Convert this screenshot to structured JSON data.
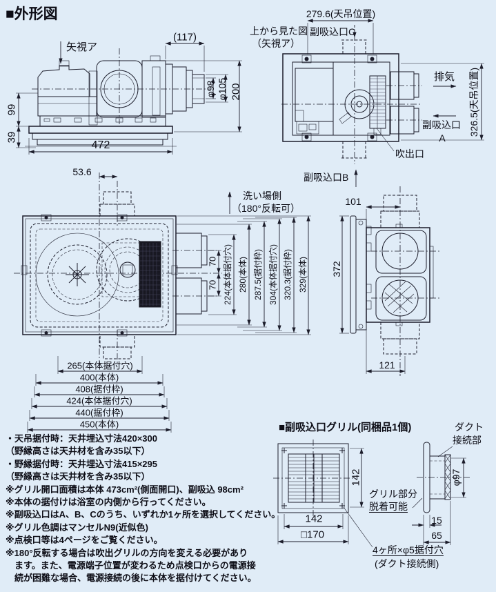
{
  "title": "■外形図",
  "side_view": {
    "arrow_view": "矢視ア",
    "dim_117": "(117)",
    "dim_phi98": "φ98",
    "dim_phi105": "φ105",
    "dim_200": "200",
    "dim_99": "99",
    "dim_39": "39",
    "dim_472": "472"
  },
  "top_view": {
    "dim_279_6": "279.6(天吊位置)",
    "caption_line1": "上から見た図",
    "caption_line2": "（矢視ア）",
    "sub_inlet_c": "副吸込口C",
    "exhaust": "排気",
    "dim_326_5": "326.5(天吊位置)",
    "sub_inlet_a_line1": "副吸込口",
    "sub_inlet_a_line2": "A",
    "outlet": "吹出口",
    "sub_inlet_b": "副吸込口B"
  },
  "bottom_view": {
    "dim_53_6": "53.6",
    "wash_side_line1": "洗い場側",
    "wash_side_line2": "（180°反転可）",
    "dim_70_upper": "70",
    "dim_70_lower": "70",
    "dim_224": "224(本体据付穴)",
    "dim_280": "280(本体)",
    "dim_287_5": "287.5(据付枠)",
    "dim_304": "304(本体据付穴)",
    "dim_320_3": "320.3(据付枠)",
    "dim_329": "329(本体)",
    "dim_265": "265(本体据付穴)",
    "dim_400": "400(本体)",
    "dim_408": "408(据付枠)",
    "dim_424": "424(本体据付穴)",
    "dim_440": "440(据付枠)",
    "dim_450": "450(本体)"
  },
  "right_view": {
    "dim_101": "101",
    "dim_372": "372",
    "dim_121": "121"
  },
  "notes": {
    "lines": [
      "・天吊据付時：天井埋込寸法420×300",
      "（野縁高さは天井材を含み35以下）",
      "・野縁据付時：天井埋込寸法415×295",
      "（野縁高さは天井材を含み35以下）",
      "※グリル開口面積は本体 473cm²(側面開口)、副吸込 98cm²",
      "※本体の据付けは浴室の内側から行ってください。",
      "※副吸込口はA、B、Cのうち、いずれか1ヶ所を選択してください。",
      "※グリル色調はマンセルN9(近似色)",
      "※点検口等は4ページをご覧ください。",
      "※180°反転する場合は吹出グリルの方向を変える必要があり",
      "　ます。また、電源端子位置が変わるため点検口からの電源接",
      "　続が困難な場合、電源接続の後に本体を据付けてください。"
    ]
  },
  "grille": {
    "title": "■副吸込口グリル(同梱品1個)",
    "duct_line1": "ダクト",
    "duct_line2": "接続部",
    "dim_142_v": "142",
    "dim_142_h": "142",
    "dim_sq170": "□170",
    "removable_line1": "グリル部分",
    "removable_line2": "脱着可能",
    "dim_phi97": "φ97",
    "dim_15": "15",
    "dim_65": "65",
    "holes_line1": "4ヶ所×φ5据付穴",
    "holes_line2": "(ダクト接続側)"
  },
  "colors": {
    "background": "#e0ecf7",
    "line": "#1c1d2b",
    "grille_fill": "#181822"
  }
}
